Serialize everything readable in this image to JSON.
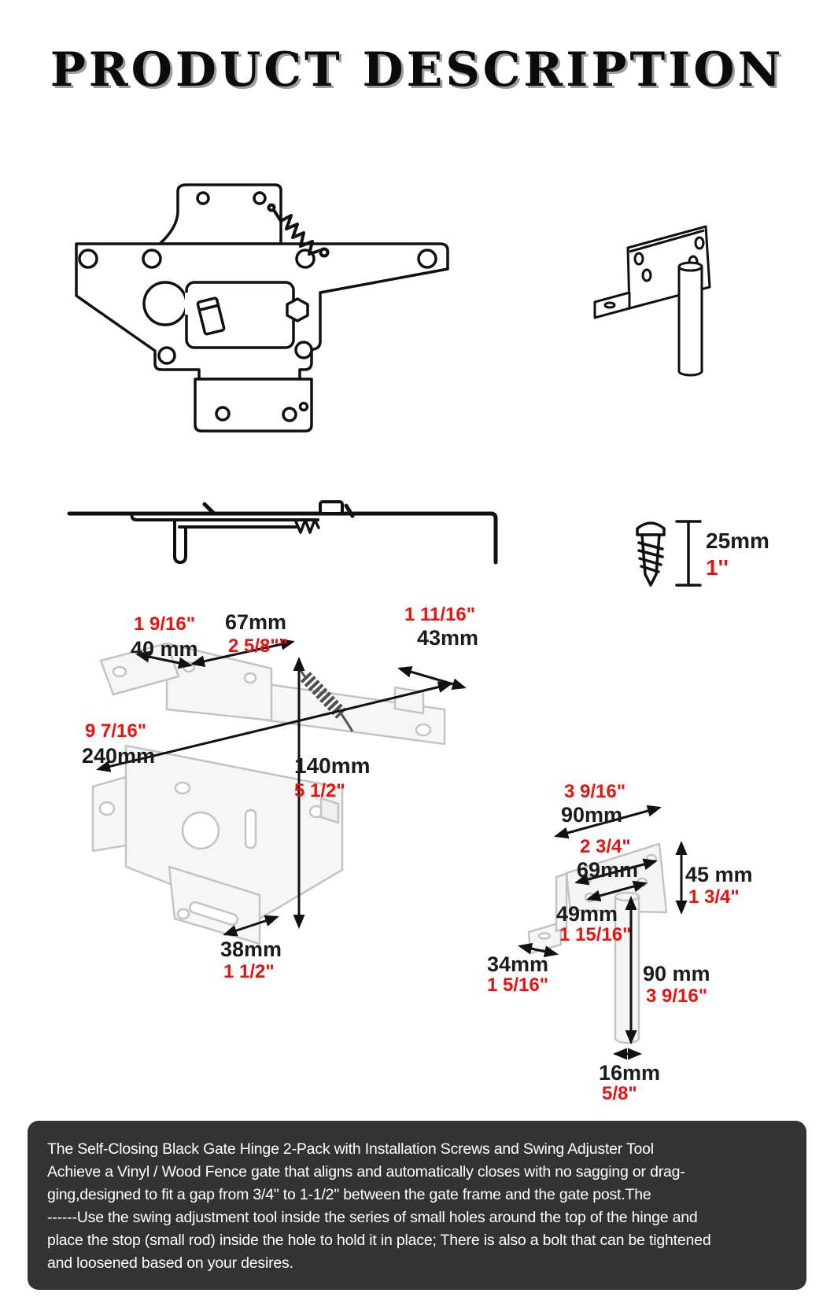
{
  "title": "PRODUCT DESCRIPTION",
  "colors": {
    "metric_black": "#1b1b1b",
    "imperial_red": "#e8120e",
    "footer_bg": "#333333",
    "line_ink": "#101010"
  },
  "screw": {
    "metric": "25mm",
    "imperial": "1''"
  },
  "latch": {
    "dims": {
      "tab_width": {
        "imperial": "1 9/16\"",
        "metric": "40 mm"
      },
      "top_edge": {
        "metric": "67mm",
        "imperial": "2 5/8\"\""
      },
      "arm": {
        "imperial": "1 11/16\"",
        "metric": "43mm"
      },
      "overall": {
        "imperial": "9 7/16\"",
        "metric": "240mm"
      },
      "height": {
        "metric": "140mm",
        "imperial": "5 1/2\""
      },
      "slot": {
        "metric": "38mm",
        "imperial": "1 1/2\""
      }
    }
  },
  "bracket": {
    "dims": {
      "overall_width": {
        "imperial": "3 9/16\"",
        "metric": "90mm"
      },
      "hole_span": {
        "imperial": "2 3/4\"",
        "metric": "69mm"
      },
      "plate_height": {
        "metric": "45 mm",
        "imperial": "1 3/4\""
      },
      "hole_diag": {
        "metric": "49mm",
        "imperial": "1 15/16\""
      },
      "flange_width": {
        "metric": "34mm",
        "imperial": "1 5/16\""
      },
      "rod_length": {
        "metric": "90 mm",
        "imperial": "3 9/16\""
      },
      "rod_diameter": {
        "metric": "16mm",
        "imperial": "5/8\""
      }
    }
  },
  "footer": {
    "text": "The Self-Closing Black Gate Hinge 2-Pack with Installation Screws and Swing Adjuster Tool\nAchieve a Vinyl / Wood Fence gate that aligns and automatically closes with no sagging or drag-\nging,designed to fit a gap from 3/4\" to 1-1/2\" between the gate frame and the gate post.The\n------Use the swing adjustment tool inside the series of small holes around the top of the hinge and\nplace the stop (small rod) inside the hole to hold it in place; There is also a bolt that can be tightened\nand loosened based on your desires."
  }
}
